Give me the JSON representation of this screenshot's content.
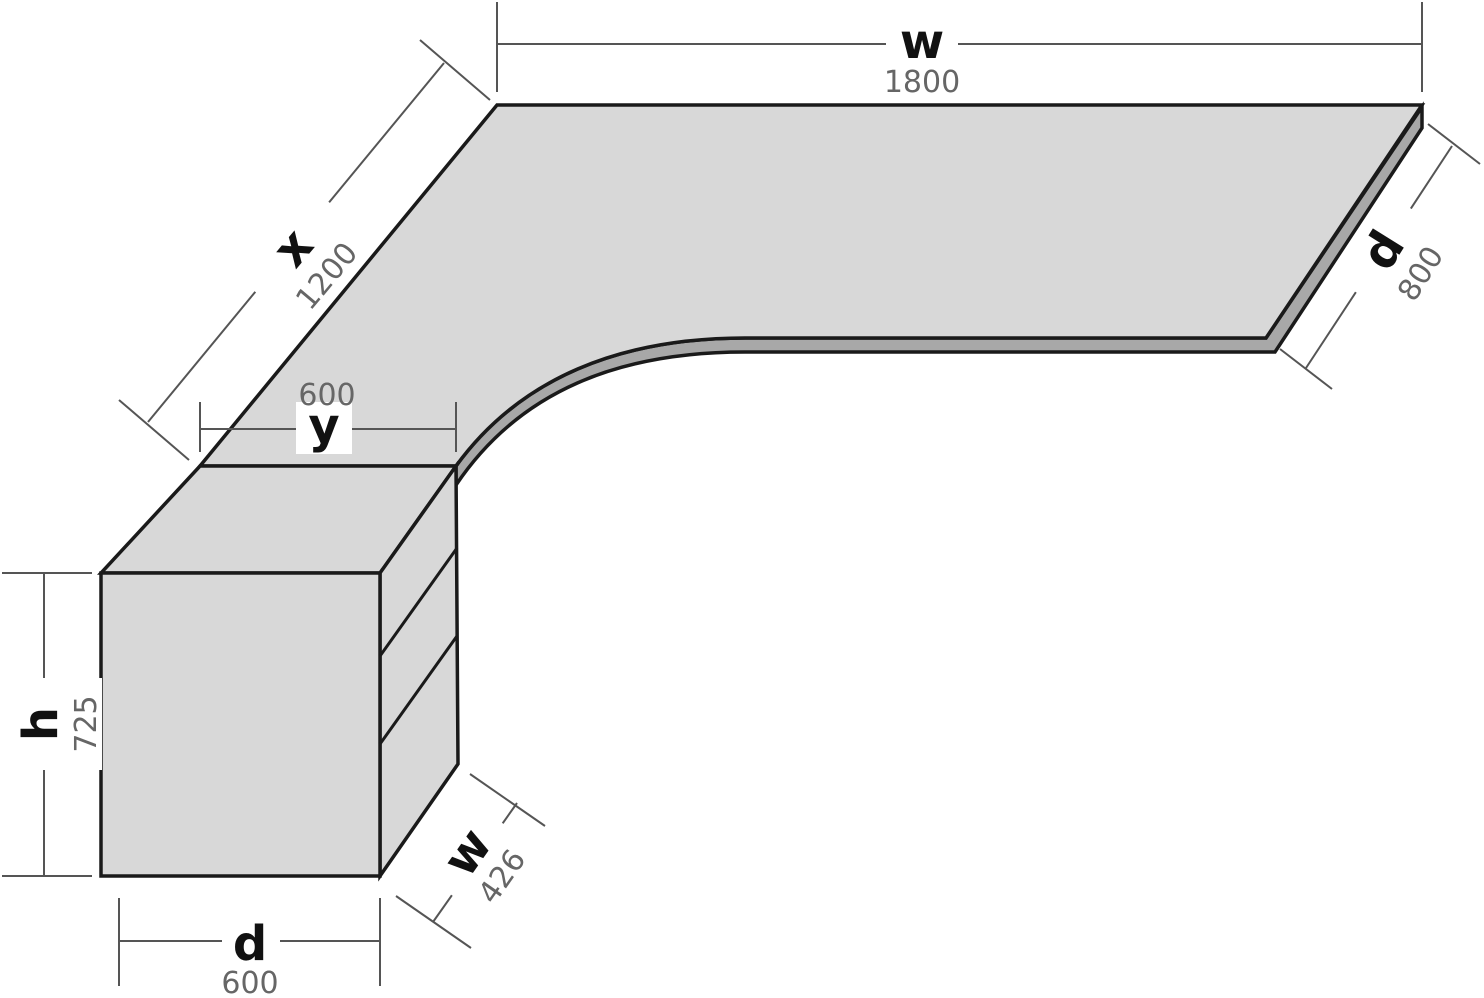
{
  "dimensions": {
    "top_width": {
      "symbol": "w",
      "value": "1800"
    },
    "left_length": {
      "symbol": "x",
      "value": "1200"
    },
    "right_depth": {
      "symbol": "d",
      "value": "800"
    },
    "return_width": {
      "symbol": "y",
      "value": "600"
    },
    "pedestal_height": {
      "symbol": "h",
      "value": "725"
    },
    "pedestal_width": {
      "symbol": "w",
      "value": "426"
    },
    "pedestal_depth": {
      "symbol": "d",
      "value": "600"
    }
  },
  "colors": {
    "surface": "#d8d8d8",
    "edge": "#a8a8a8",
    "outline": "#1a1a1a",
    "dimension": "#555555",
    "value_text": "#666666"
  }
}
